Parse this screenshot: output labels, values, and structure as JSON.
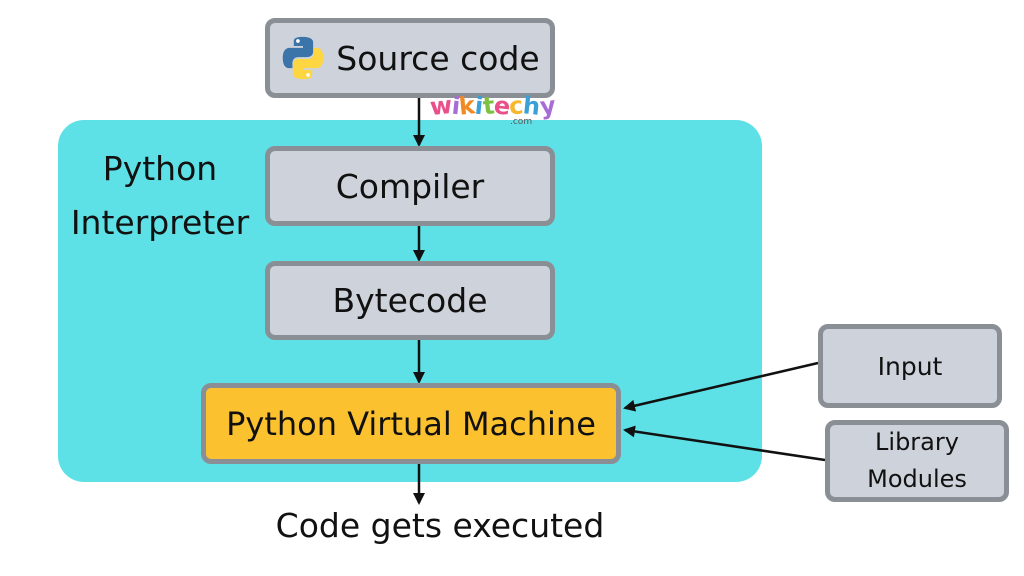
{
  "interpreter": {
    "label_line1": "Python",
    "label_line2": "Interpreter"
  },
  "nodes": {
    "source": "Source code",
    "compiler": "Compiler",
    "bytecode": "Bytecode",
    "pvm": "Python Virtual Machine",
    "input": "Input",
    "library_line1": "Library",
    "library_line2": "Modules",
    "output": "Code gets executed"
  },
  "watermark": {
    "text": "wikitechy",
    "sub": ".com"
  },
  "colors": {
    "interpreter_bg": "#5de1e6",
    "box_fill": "#ced3db",
    "box_border": "#8a8f96",
    "pvm_fill": "#fcc12f",
    "arrow": "#111111",
    "python_blue": "#3a74a9",
    "python_yellow": "#fdd641",
    "watermark_letters": [
      "#e94f8a",
      "#a66dd4",
      "#f08a24",
      "#3aa0d8",
      "#7cc142",
      "#e94f8a",
      "#f5b82e",
      "#3aa0d8",
      "#a66dd4"
    ]
  },
  "icons": {
    "python_logo": "python-logo-icon"
  }
}
